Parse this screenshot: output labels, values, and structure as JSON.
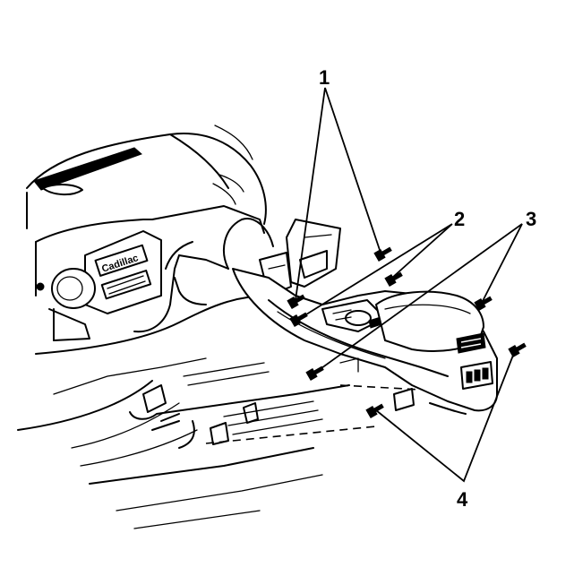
{
  "callouts": [
    {
      "label": "1"
    },
    {
      "label": "2"
    },
    {
      "label": "3"
    },
    {
      "label": "4"
    }
  ],
  "instrument_cluster": {
    "text": "Cadillac"
  }
}
